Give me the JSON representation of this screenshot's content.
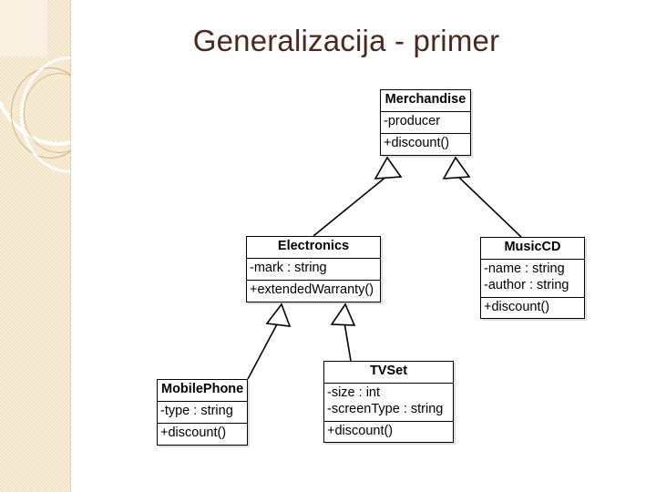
{
  "slide": {
    "title": "Generalizacija - primer",
    "title_color": "#4a2a20",
    "background_color": "#ffffff",
    "sidebar_color": "#f2e2c2"
  },
  "diagram": {
    "type": "uml-class-diagram",
    "relationship": "generalization",
    "classes": [
      {
        "id": "merchandise",
        "name": "Merchandise",
        "attributes": [
          "-producer"
        ],
        "operations": [
          "+discount()"
        ]
      },
      {
        "id": "electronics",
        "name": "Electronics",
        "attributes": [
          "-mark : string"
        ],
        "operations": [
          "+extendedWarranty()"
        ]
      },
      {
        "id": "musiccd",
        "name": "MusicCD",
        "attributes": [
          "-name : string",
          "-author : string"
        ],
        "operations": [
          "+discount()"
        ]
      },
      {
        "id": "mobilephone",
        "name": "MobilePhone",
        "attributes": [
          "-type : string"
        ],
        "operations": [
          "+discount()"
        ]
      },
      {
        "id": "tvset",
        "name": "TVSet",
        "attributes": [
          "-size : int",
          "-screenType : string"
        ],
        "operations": [
          "+discount()"
        ]
      }
    ],
    "generalizations": [
      {
        "from": "electronics",
        "to": "merchandise"
      },
      {
        "from": "musiccd",
        "to": "merchandise"
      },
      {
        "from": "mobilephone",
        "to": "electronics"
      },
      {
        "from": "tvset",
        "to": "electronics"
      }
    ]
  }
}
